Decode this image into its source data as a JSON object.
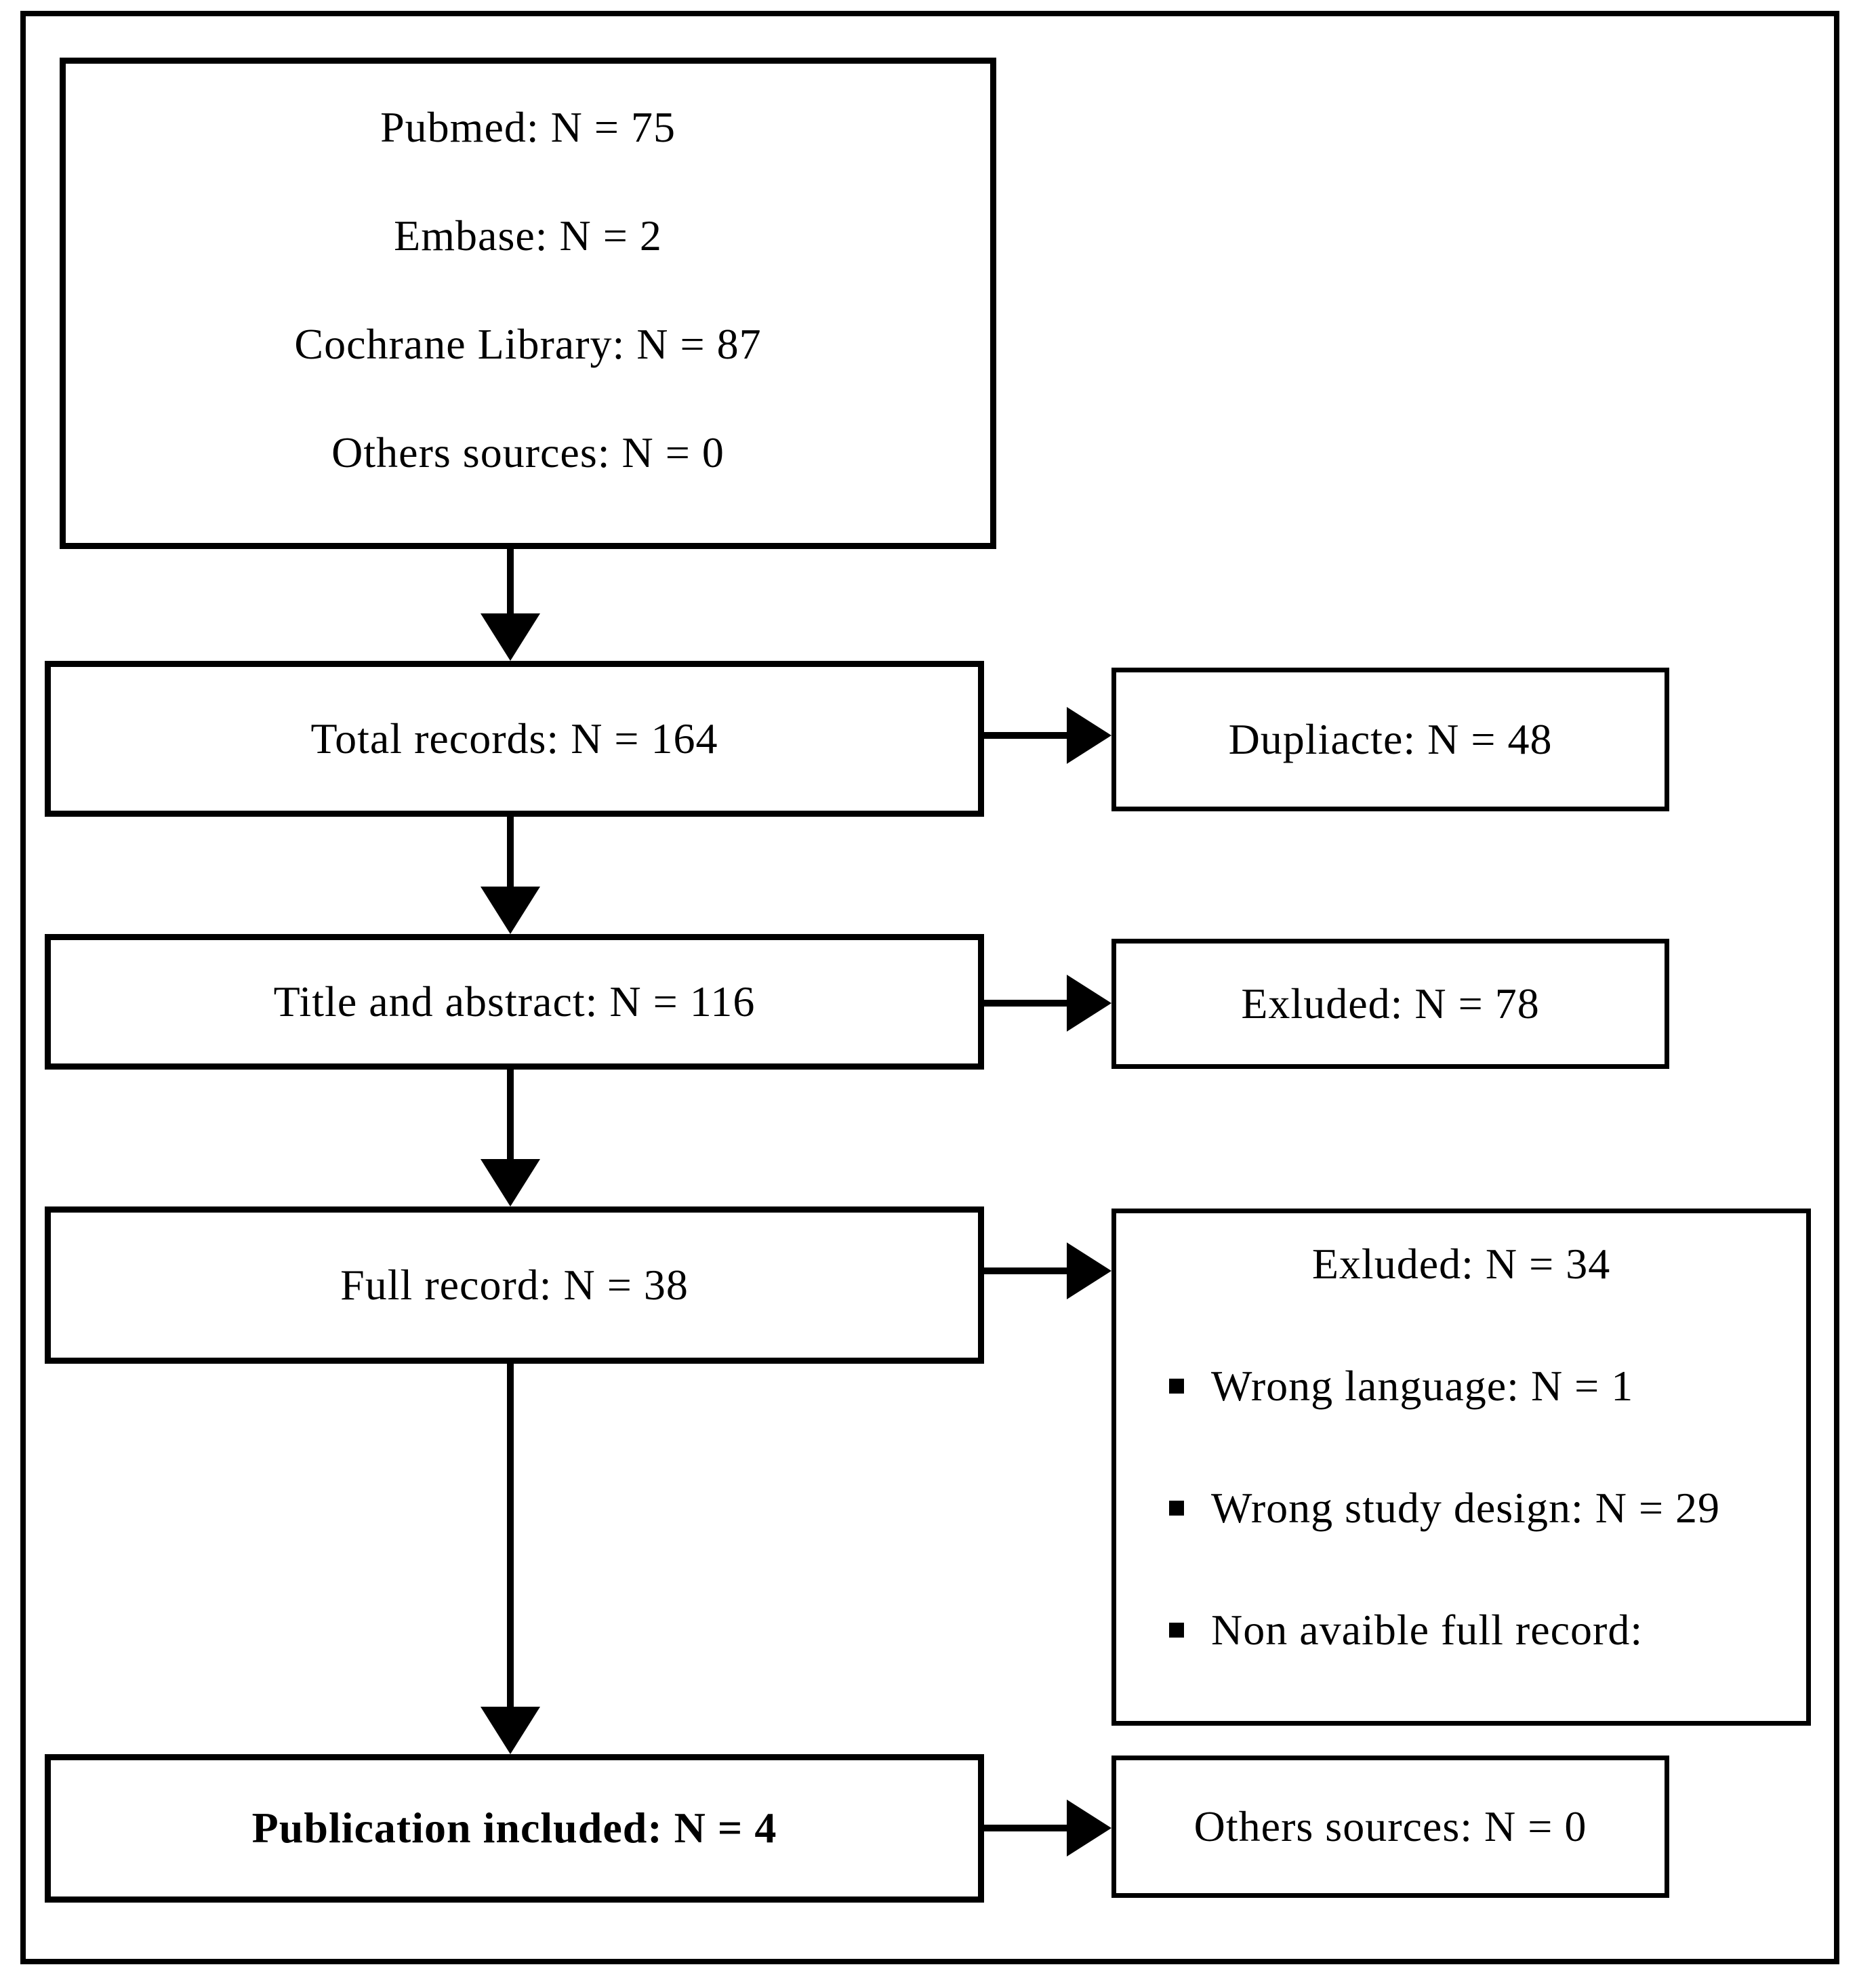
{
  "colors": {
    "background": "#ffffff",
    "line": "#000000",
    "text": "#000000"
  },
  "boxes": {
    "sources": {
      "lines": [
        "Pubmed: N = 75",
        "Embase: N = 2",
        "Cochrane Library: N = 87",
        "Others sources: N = 0"
      ]
    },
    "total_records": {
      "label": "Total records: N = 164"
    },
    "duplicates": {
      "label": "Dupliacte: N = 48"
    },
    "title_abstract": {
      "label": "Title and abstract: N = 116"
    },
    "excluded_abstract": {
      "label": "Exluded: N = 78"
    },
    "full_record": {
      "label": "Full record: N = 38"
    },
    "excluded_full": {
      "heading": "Exluded: N = 34",
      "bullets": [
        "Wrong language: N = 1",
        "Wrong study design: N = 29",
        "Non avaible full record:"
      ]
    },
    "included": {
      "label": "Publication included: N = 4"
    },
    "other_sources": {
      "label": "Others sources: N = 0"
    }
  }
}
